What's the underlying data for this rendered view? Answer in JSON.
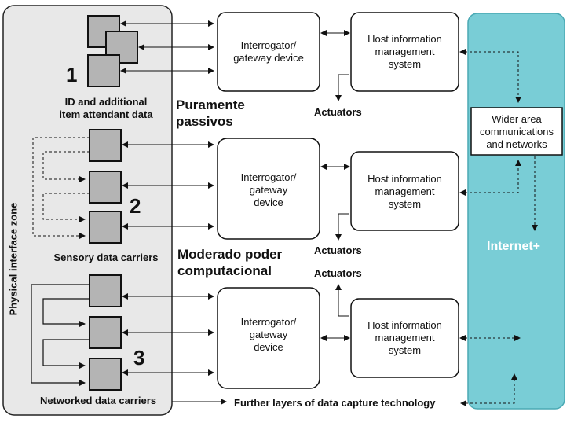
{
  "zone_label": "Physical interface zone",
  "groups": [
    {
      "number": "1",
      "caption": "ID and additional item attendant data",
      "caption_lines": [
        "ID and additional",
        "item attendant data"
      ]
    },
    {
      "number": "2",
      "caption": "Sensory data carriers"
    },
    {
      "number": "3",
      "caption": "Networked data carriers"
    }
  ],
  "interrogator": {
    "lines_1": [
      "Interrogator/",
      "gateway device"
    ],
    "lines_2": [
      "Interrogator/",
      "gateway",
      "device"
    ],
    "lines_3": [
      "Interrogator/",
      "gateway",
      "device"
    ]
  },
  "host": [
    "Host information",
    "management",
    "system"
  ],
  "actuators": "Actuators",
  "wider": [
    "Wider area",
    "communications",
    "and networks"
  ],
  "internet": "Internet+",
  "further": "Further layers of data capture technology",
  "annotations": {
    "passive": [
      "Puramente",
      "passivos"
    ],
    "moderate": [
      "Moderado poder",
      "computacional"
    ]
  },
  "colors": {
    "panel": "#e8e8e8",
    "carrier": "#b4b4b4",
    "internet": "#79cdd6"
  }
}
